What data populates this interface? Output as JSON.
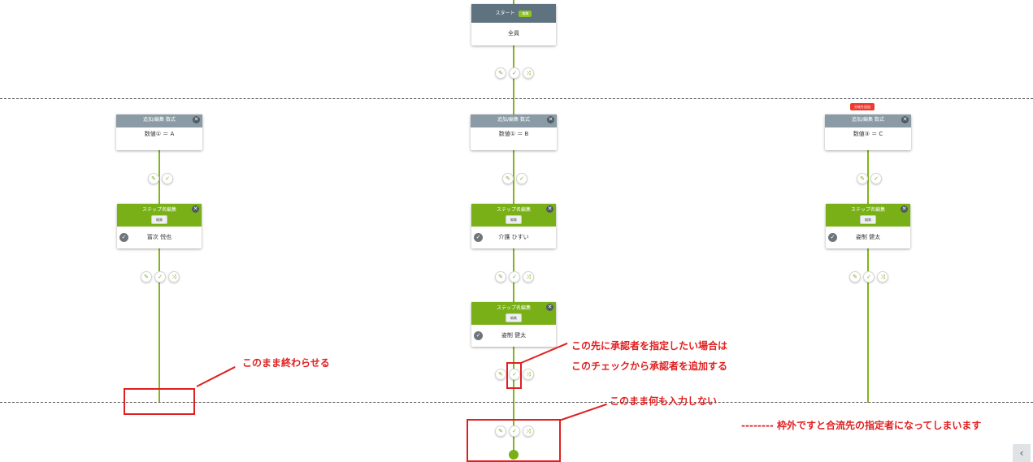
{
  "start_node": {
    "title": "スタート",
    "edit_label": "編集",
    "body": "全員"
  },
  "branches": [
    {
      "condition_title": "追加/編集 数式",
      "condition_body": "数値① ＝ A",
      "step_title": "ステップ名編集",
      "step_edit_label": "編集",
      "step_assignee": "冨次 悦也"
    },
    {
      "condition_title": "追加/編集 数式",
      "condition_body": "数値① ＝ B",
      "step_title": "ステップ名編集",
      "step_edit_label": "編集",
      "step_assignee": "介護 ひすい",
      "step2_title": "ステップ名編集",
      "step2_edit_label": "編集",
      "step2_assignee": "姿制 健太"
    },
    {
      "add_branch_label": "分岐を追加",
      "condition_title": "追加/編集 数式",
      "condition_body": "数値③ ＝ C",
      "step_title": "ステップ名編集",
      "step_edit_label": "編集",
      "step_assignee": "姿制 健太"
    }
  ],
  "annotations": {
    "finish_as_is": "このまま終わらせる",
    "add_approver_line1": "この先に承認者を指定したい場合は",
    "add_approver_line2": "このチェックから承認者を追加する",
    "no_input": "このまま何も入力しない",
    "outside_note": "-------- 枠外ですと合流先の指定者になってしまいます"
  },
  "icons": {
    "edit": "pencil-icon",
    "approve": "check-icon",
    "branch": "branch-icon",
    "close": "close-icon",
    "collapse": "chevron-left-icon"
  },
  "colors": {
    "line": "#82b51a",
    "header_gray": "#8a9ba5",
    "header_green": "#79b018",
    "annotation_red": "#e02020"
  },
  "ui": {
    "collapse_glyph": "‹"
  }
}
